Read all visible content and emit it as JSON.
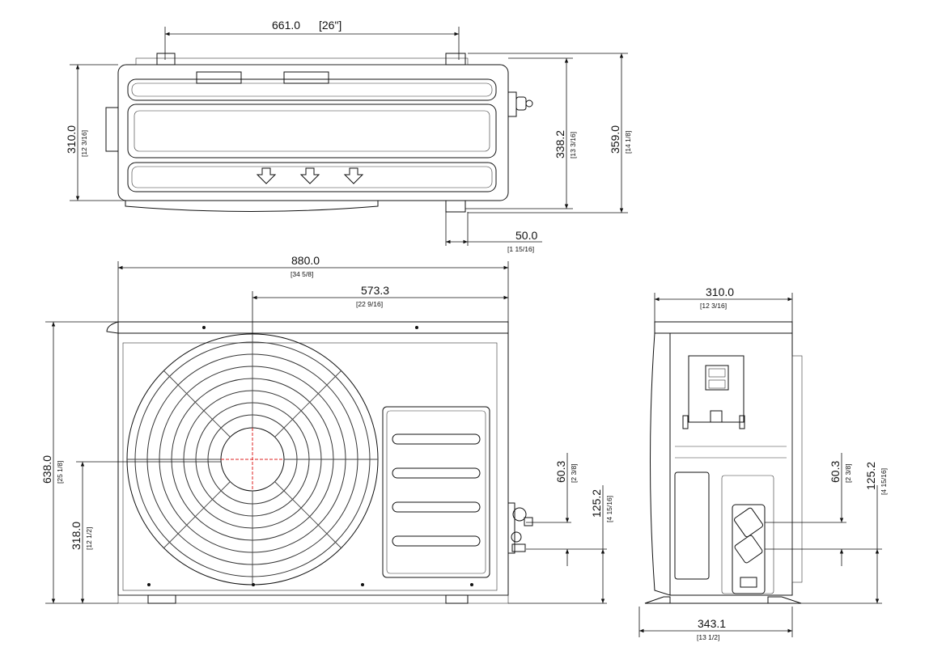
{
  "top_view": {
    "width_mm": "661.0",
    "width_in": "[26\"]",
    "left_height_mm": "310.0",
    "left_height_in": "[12 3/16]",
    "right_height1_mm": "338.2",
    "right_height1_in": "[13 3/16]",
    "right_height2_mm": "359.0",
    "right_height2_in": "[14 1/8]",
    "offset_mm": "50.0",
    "offset_in": "[1 15/16]"
  },
  "front_view": {
    "total_width_mm": "880.0",
    "total_width_in": "[34 5/8]",
    "fan_offset_mm": "573.3",
    "fan_offset_in": "[22 9/16]",
    "height_mm": "638.0",
    "height_in": "[25 1/8]",
    "fan_center_mm": "318.0",
    "fan_center_in": "[12 1/2]",
    "valve1_mm": "60.3",
    "valve1_in": "[2 3/8]",
    "valve2_mm": "125.2",
    "valve2_in": "[4 15/16]"
  },
  "side_view": {
    "width_mm": "310.0",
    "width_in": "[12 3/16]",
    "base_mm": "343.1",
    "base_in": "[13 1/2]",
    "valve1_mm": "60.3",
    "valve1_in": "[2 3/8]",
    "valve2_mm": "125.2",
    "valve2_in": "[4 15/16]"
  }
}
